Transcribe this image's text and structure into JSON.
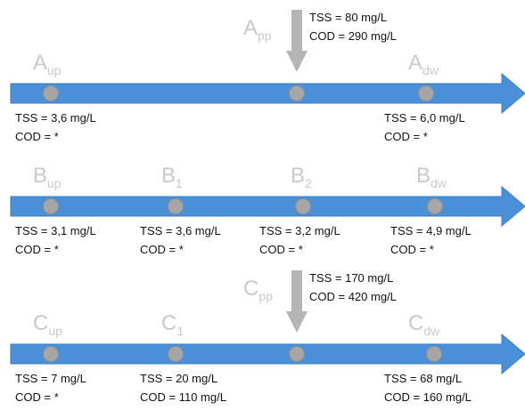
{
  "colors": {
    "river": "#4a90d9",
    "river_edge": "#3a7cc4",
    "node": "#a6a6a6",
    "node_edge": "#8f8f8f",
    "inflow_arrow": "#b5b5b5",
    "label": "#c9c9c9",
    "text": "#111111"
  },
  "rivers": [
    {
      "id": "A",
      "points": [
        {
          "id": "A_up",
          "main": "A",
          "sub": "up",
          "lines": [
            "TSS = 3,6 mg/L",
            "COD = *"
          ]
        },
        {
          "id": "A_pp",
          "main": "A",
          "sub": "pp",
          "lines": [],
          "inflow": true,
          "inflow_lines": [
            "TSS = 80 mg/L",
            "COD = 290 mg/L"
          ]
        },
        {
          "id": "A_dw",
          "main": "A",
          "sub": "dw",
          "lines": [
            "TSS = 6,0 mg/L",
            "COD = *"
          ]
        }
      ]
    },
    {
      "id": "B",
      "points": [
        {
          "id": "B_up",
          "main": "B",
          "sub": "up",
          "lines": [
            "TSS = 3,1 mg/L",
            "COD = *"
          ]
        },
        {
          "id": "B_1",
          "main": "B",
          "sub": "1",
          "lines": [
            "TSS = 3,6 mg/L",
            "COD = *"
          ]
        },
        {
          "id": "B_2",
          "main": "B",
          "sub": "2",
          "lines": [
            "TSS = 3,2 mg/L",
            "COD = *"
          ]
        },
        {
          "id": "B_dw",
          "main": "B",
          "sub": "dw",
          "lines": [
            "TSS = 4,9 mg/L",
            "COD = *"
          ]
        }
      ]
    },
    {
      "id": "C",
      "points": [
        {
          "id": "C_up",
          "main": "C",
          "sub": "up",
          "lines": [
            "TSS = 7 mg/L",
            "COD = *"
          ]
        },
        {
          "id": "C_1",
          "main": "C",
          "sub": "1",
          "lines": [
            "TSS = 20 mg/L",
            "COD = 110 mg/L"
          ]
        },
        {
          "id": "C_pp",
          "main": "C",
          "sub": "pp",
          "lines": [],
          "inflow": true,
          "inflow_lines": [
            "TSS = 170 mg/L",
            "COD = 420 mg/L"
          ]
        },
        {
          "id": "C_dw",
          "main": "C",
          "sub": "dw",
          "lines": [
            "TSS = 68 mg/L",
            "COD = 160 mg/L"
          ]
        }
      ]
    }
  ]
}
